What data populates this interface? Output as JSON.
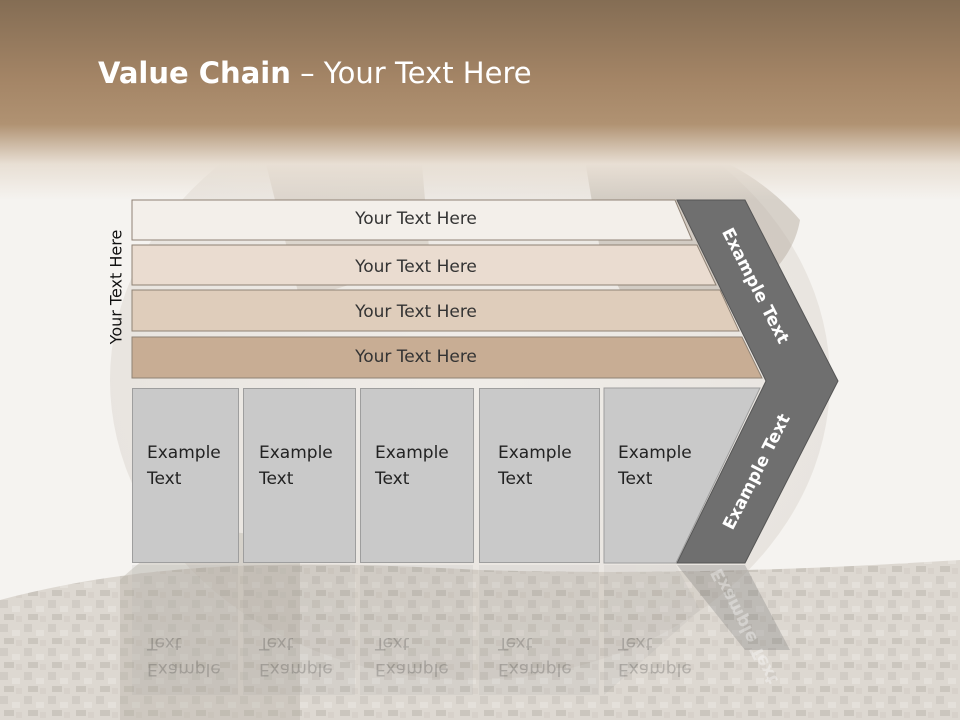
{
  "slide": {
    "title_bold": "Value Chain",
    "title_rest": " – Your Text Here",
    "vertical_label": "Your Text Here"
  },
  "bars": [
    {
      "label": "Your Text Here",
      "color": "#f3efea"
    },
    {
      "label": "Your Text Here",
      "color": "#eadcd0"
    },
    {
      "label": "Your Text Here",
      "color": "#dfcdbb"
    },
    {
      "label": "Your Text Here",
      "color": "#c8ad94"
    }
  ],
  "activities": [
    {
      "line1": "Example",
      "line2": "Text"
    },
    {
      "line1": "Example",
      "line2": "Text"
    },
    {
      "line1": "Example",
      "line2": "Text"
    },
    {
      "line1": "Example",
      "line2": "Text"
    },
    {
      "line1": "Example",
      "line2": "Text"
    }
  ],
  "chevron": {
    "upper_label": "Example Text",
    "lower_label": "Example Text",
    "color": "#6f6f6f"
  }
}
